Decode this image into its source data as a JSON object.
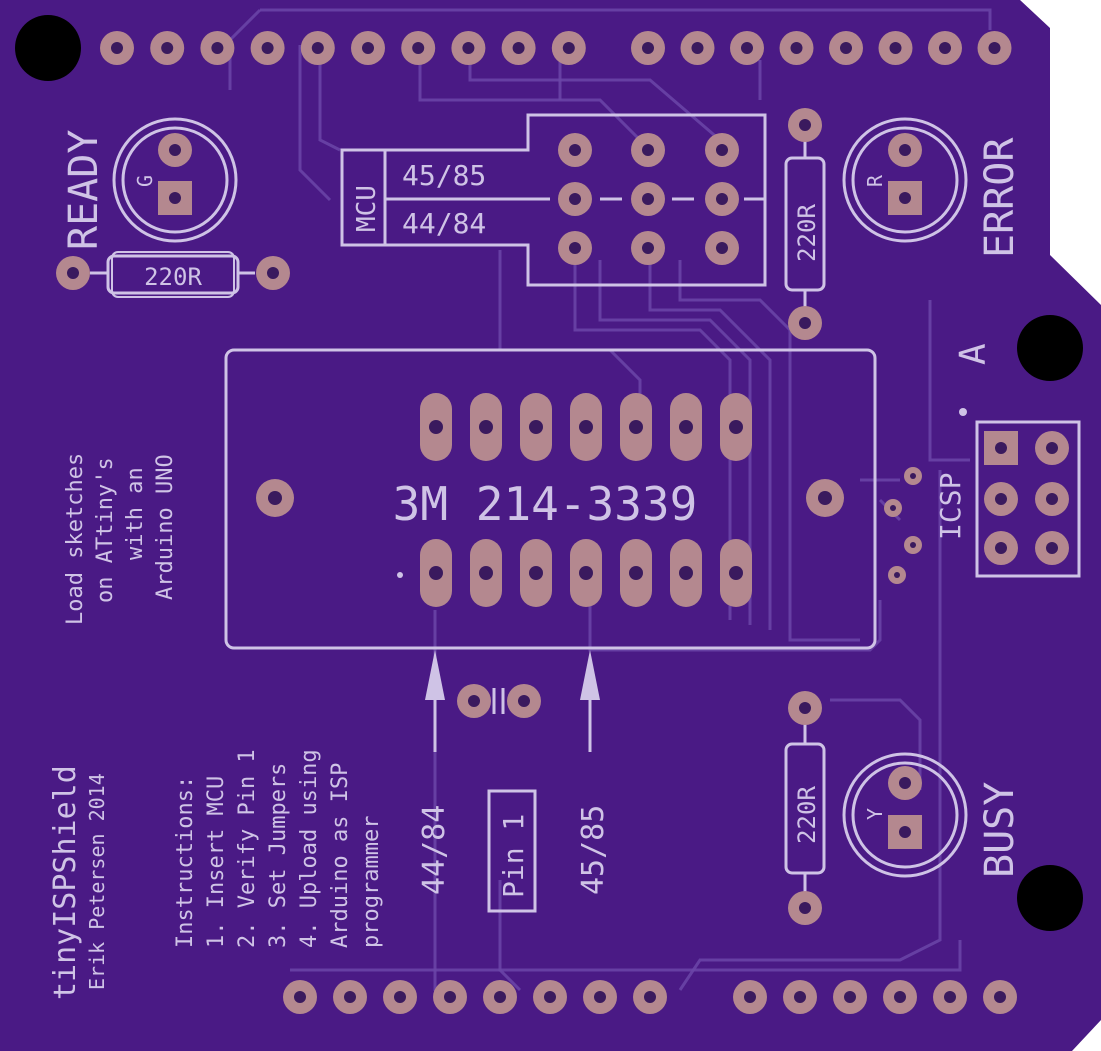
{
  "board": {
    "board_color": "#4a1a85",
    "silk_color": "#cfc3e6",
    "pad_color": "#b4888f"
  },
  "labels": {
    "ready": "READY",
    "error": "ERROR",
    "busy": "BUSY",
    "led_g": "G",
    "led_r": "R",
    "led_y": "Y",
    "res_ready": "220R",
    "res_error": "220R",
    "res_busy": "220R",
    "mcu": "MCU",
    "jumper_top": "45/85",
    "jumper_bottom": "44/84",
    "socket": "3M 214-3339",
    "icsp": "ICSP",
    "arrow_left": "44/84",
    "arrow_right": "45/85",
    "pin1": "Pin 1",
    "load_lines": [
      "Load sketches",
      "on ATtiny's",
      "with an",
      "Arduino UNO"
    ],
    "title": "tinyISPShield",
    "author": "Erik Petersen 2014",
    "instructions": [
      "Instructions:",
      "1. Insert MCU",
      "2. Verify Pin 1",
      "3. Set Jumpers",
      "4. Upload using",
      "Arduino as ISP",
      "programmer"
    ]
  }
}
